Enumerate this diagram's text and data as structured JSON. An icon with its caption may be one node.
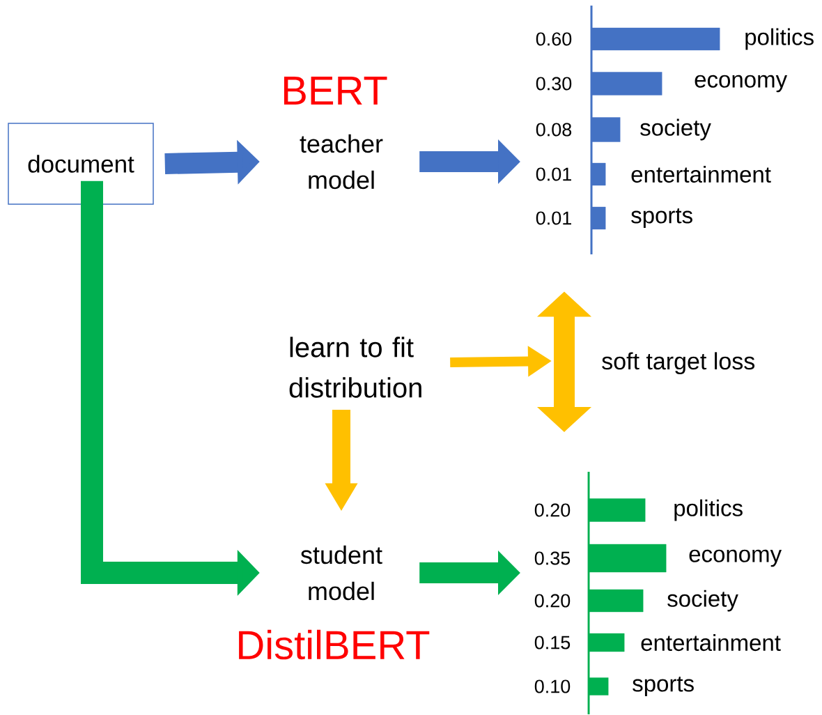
{
  "diagram": {
    "nodes": [
      {
        "text": [
          "document"
        ]
      },
      {
        "text": [
          "teacher model"
        ],
        "beside": [
          "BERT"
        ]
      },
      {
        "text": [],
        "shape": "chart"
      },
      {
        "text": [],
        "shape": "bar",
        "beside": [
          "0.60",
          "politics"
        ],
        "in": 2
      },
      {
        "text": [],
        "shape": "bar",
        "beside": [
          "0.30",
          "economy"
        ],
        "in": 2
      },
      {
        "text": [],
        "shape": "bar",
        "beside": [
          "0.08",
          "society"
        ],
        "in": 2
      },
      {
        "text": [],
        "shape": "bar",
        "beside": [
          "0.01",
          "entertainment"
        ],
        "in": 2
      },
      {
        "text": [],
        "shape": "bar",
        "beside": [
          "0.01",
          "sports"
        ],
        "in": 2
      },
      {
        "text": [
          "learn to fit distribution"
        ]
      },
      {
        "text": [
          "student model"
        ],
        "beside": [
          "DistilBERT"
        ]
      },
      {
        "text": [],
        "shape": "chart"
      },
      {
        "text": [],
        "shape": "bar",
        "beside": [
          "0.20",
          "politics"
        ],
        "in": 10
      },
      {
        "text": [],
        "shape": "bar",
        "beside": [
          "0.35",
          "economy"
        ],
        "in": 10
      },
      {
        "text": [],
        "shape": "bar",
        "beside": [
          "0.20",
          "society"
        ],
        "in": 10
      },
      {
        "text": [],
        "shape": "bar",
        "beside": [
          "0.15",
          "entertainment"
        ],
        "in": 10
      },
      {
        "text": [],
        "shape": "bar",
        "beside": [
          "0.10",
          "sports"
        ],
        "in": 10
      }
    ],
    "edges": [
      {
        "from": 0,
        "to": 1,
        "arrow": "to",
        "color": "#4472c4"
      },
      {
        "from": 1,
        "to": 2,
        "arrow": "to",
        "color": "#4472c4"
      },
      {
        "from": 0,
        "to": 9,
        "arrow": "to",
        "color": "#00b050"
      },
      {
        "from": 9,
        "to": 10,
        "arrow": "to",
        "color": "#00b050"
      },
      {
        "from": 2,
        "to": 10,
        "arrow": "both",
        "color": "#ffc000",
        "label": "soft target loss"
      },
      {
        "from": 8,
        "to": null,
        "arrow": "to",
        "color": "#ffc000"
      },
      {
        "from": 8,
        "to": 9,
        "arrow": "to",
        "color": "#ffc000"
      }
    ]
  }
}
